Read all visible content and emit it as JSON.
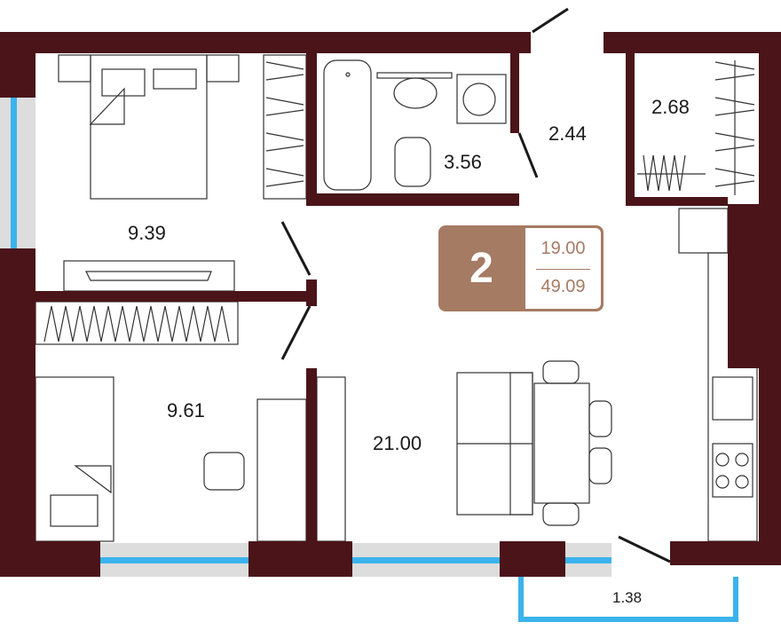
{
  "colors": {
    "wall": "#4a1419",
    "accent": "#a67b63",
    "window": "#3bb3ec"
  },
  "rooms": {
    "bedroom": "9.39",
    "room2": "9.61",
    "bathroom": "3.56",
    "hall": "2.44",
    "closet": "2.68",
    "living": "21.00",
    "balcony": "1.38"
  },
  "badge": {
    "rooms": "2",
    "living_area": "19.00",
    "total_area": "49.09"
  }
}
